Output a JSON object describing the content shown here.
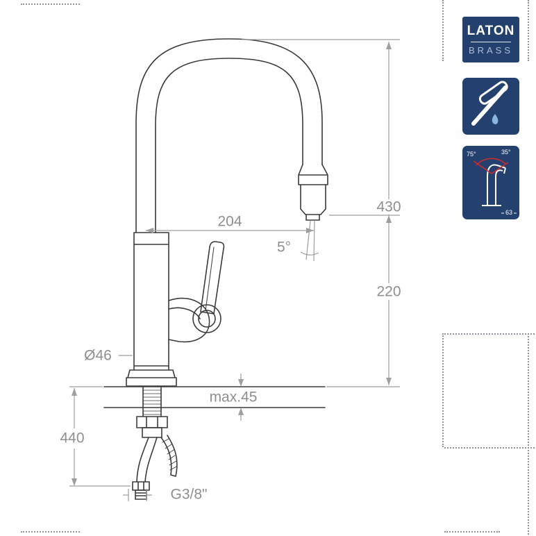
{
  "drawing": {
    "dim_reach": "204",
    "dim_total_height": "430",
    "dim_spout_height": "220",
    "dim_outlet_angle": "5°",
    "dim_base_diameter": "Ø46",
    "dim_max_deck": "max.45",
    "dim_under_length": "440",
    "dim_connection": "G3/8\""
  },
  "badges": {
    "brand": {
      "line1": "LATON",
      "line2": "BRASS"
    },
    "easy_clean_icon": "squeegee-no-wipe-icon",
    "mini_diagram": {
      "angle_left": "75°",
      "angle_right": "35°",
      "depth": "63"
    }
  },
  "colors": {
    "badge_bg": "#23406e",
    "accent_red": "#d22b2b",
    "dim_gray": "#9e9e9e",
    "line_dark": "#3a3a3a"
  }
}
